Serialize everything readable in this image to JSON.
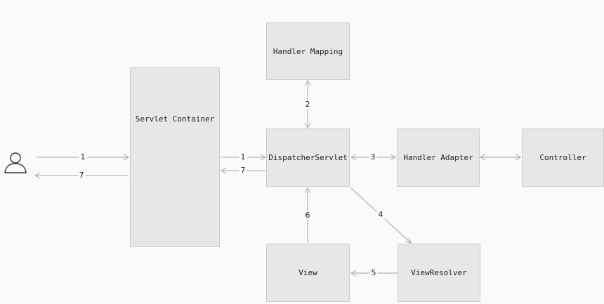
{
  "diagram": {
    "nodes": {
      "servlet_container": "Servlet Container",
      "dispatcher_servlet": "DispatcherServlet",
      "handler_mapping": "Handler Mapping",
      "handler_adapter": "Handler Adapter",
      "controller": "Controller",
      "view_resolver": "ViewResolver",
      "view": "View"
    },
    "edge_labels": {
      "user_to_container": "1",
      "container_to_user": "7",
      "container_to_dispatcher": "1",
      "dispatcher_to_container": "7",
      "dispatcher_handler_mapping": "2",
      "dispatcher_handler_adapter": "3",
      "dispatcher_to_view_resolver": "4",
      "view_resolver_to_view": "5",
      "view_to_dispatcher": "6"
    },
    "icons": {
      "user": "user-icon"
    },
    "colors": {
      "background": "#fafafa",
      "box_fill": "#e7e7e7",
      "box_border": "#cccccc",
      "arrow": "#b3b3b3",
      "text": "#222222"
    }
  }
}
